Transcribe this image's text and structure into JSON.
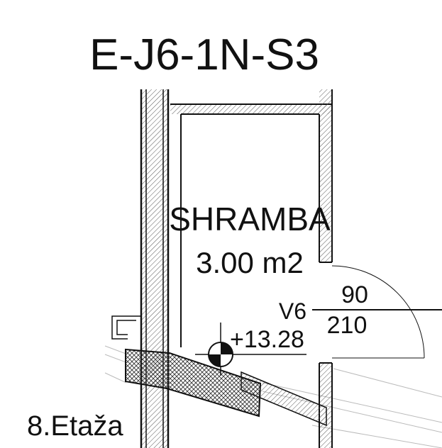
{
  "drawing": {
    "code": "E-J6-1N-S3",
    "floor": "8.Etaža"
  },
  "room": {
    "name": "SHRAMBA",
    "area": "3.00 m2"
  },
  "door": {
    "mark": "V6",
    "width": "90",
    "height": "210"
  },
  "level": {
    "elevation": "+13.28"
  },
  "colors": {
    "ink": "#111111",
    "hatch": "#555555",
    "faint": "#bbbbbb",
    "paper": "#ffffff"
  }
}
